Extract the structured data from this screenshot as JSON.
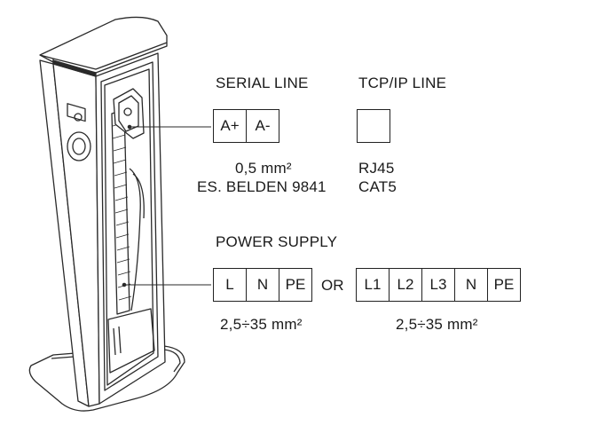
{
  "serial_line": {
    "title": "SERIAL LINE",
    "terminals": [
      "A+",
      "A-"
    ],
    "spec_line1": "0,5 mm²",
    "spec_line2": "ES. BELDEN 9841"
  },
  "tcpip_line": {
    "title": "TCP/IP LINE",
    "spec_line1": "RJ45",
    "spec_line2": "CAT5"
  },
  "power_supply": {
    "title": "POWER SUPPLY",
    "single_phase_terminals": [
      "L",
      "N",
      "PE"
    ],
    "separator": "OR",
    "three_phase_terminals": [
      "L1",
      "L2",
      "L3",
      "N",
      "PE"
    ],
    "single_phase_section": "2,5÷35 mm²",
    "three_phase_section": "2,5÷35 mm²"
  }
}
